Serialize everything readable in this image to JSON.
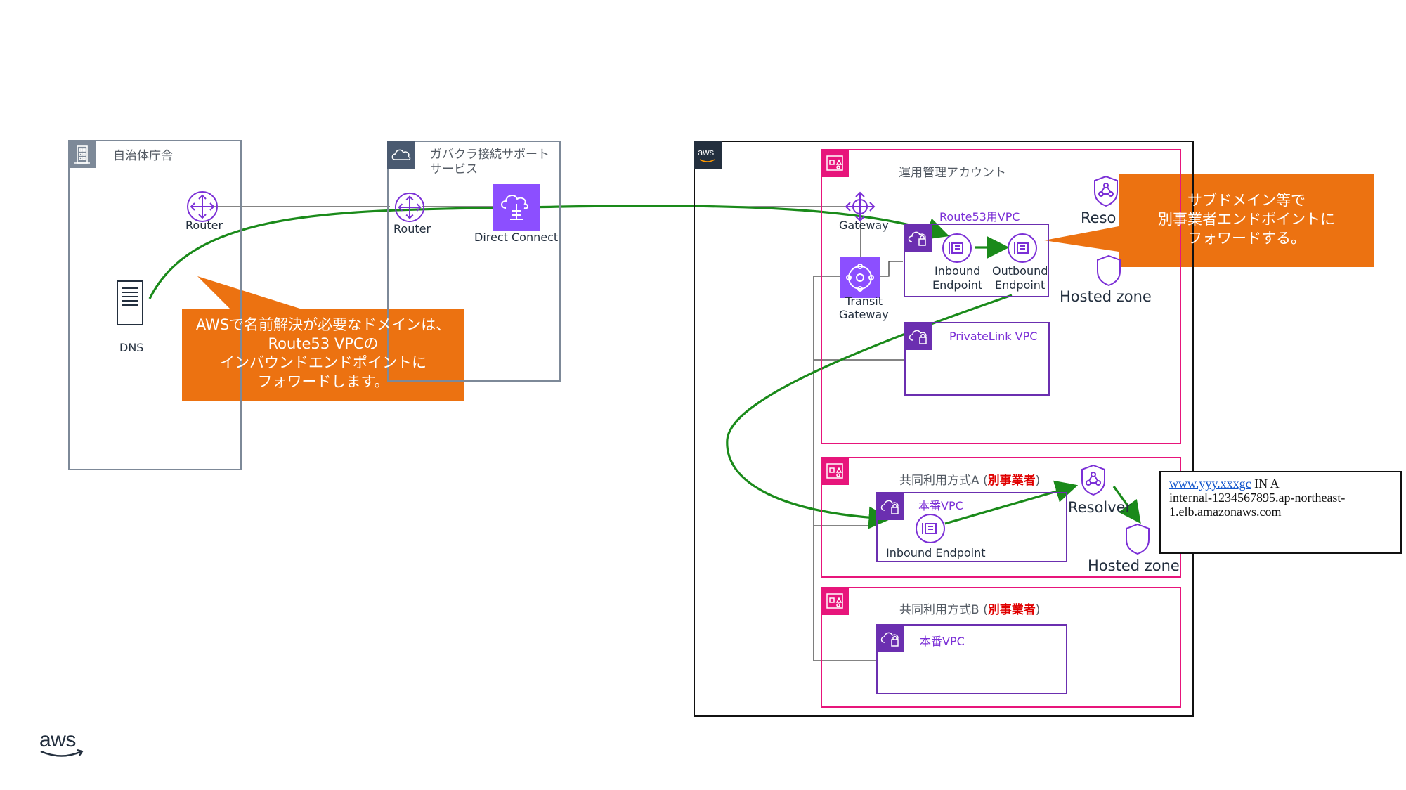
{
  "diagram": {
    "municipality": {
      "title": "自治体庁舎",
      "router_label": "Router",
      "dns_label": "DNS"
    },
    "gov_cloud_service": {
      "title_line1": "ガバクラ接続サポート",
      "title_line2": "サービス",
      "router_label": "Router",
      "direct_connect_label": "Direct Connect"
    },
    "aws_logo": "aws",
    "ops_account": {
      "title": "運用管理アカウント",
      "gateway_label": "Gateway",
      "transit_gateway_line1": "Transit",
      "transit_gateway_line2": "Gateway",
      "route53_vpc": {
        "title": "Route53用VPC",
        "inbound_line1": "Inbound",
        "inbound_line2": "Endpoint",
        "outbound_line1": "Outbound",
        "outbound_line2": "Endpoint"
      },
      "resolver_label": "Reso",
      "hosted_zone_label": "Hosted zone",
      "privatelink_vpc_title": "PrivateLink VPC"
    },
    "shared_a": {
      "title_prefix": "共同利用方式A (",
      "title_highlight": "別事業者",
      "title_suffix": ")",
      "vpc_title": "本番VPC",
      "inbound_label": "Inbound Endpoint",
      "resolver_label": "Resolver",
      "hosted_zone_label": "Hosted zone"
    },
    "shared_b": {
      "title_prefix": "共同利用方式B (",
      "title_highlight": "別事業者",
      "title_suffix": ")",
      "vpc_title": "本番VPC"
    },
    "callout_left": {
      "line1": "AWSで名前解決が必要なドメインは、",
      "line2": "Route53 VPCの",
      "line3": "インバウンドエンドポイントに",
      "line4": "フォワードします。"
    },
    "callout_right": {
      "line1": "サブドメイン等で",
      "line2": "別事業者エンドポイントに",
      "line3": "フォワードする。"
    },
    "dns_record": {
      "link_text": "www.yyy.xxxgc",
      "record_suffix": " IN A",
      "line2": "internal-1234567895.ap-northeast-",
      "line3": "1.elb.amazonaws.com"
    },
    "footer_logo": "aws"
  },
  "colors": {
    "account_border": "#e7157b",
    "vpc_border": "#6b2fb0",
    "flow_arrow": "#1a8a1a",
    "callout_fill": "#ec7211",
    "group_gray": "#7d8998",
    "cloud_group": "#4a5a70"
  },
  "icons": [
    "building-icon",
    "cloud-icon",
    "router-icon",
    "server-icon",
    "direct-connect-icon",
    "aws-logo-icon",
    "account-icon",
    "vpc-icon",
    "endpoint-icon",
    "resolver-icon",
    "hosted-zone-icon",
    "transit-gateway-icon",
    "gateway-icon"
  ]
}
